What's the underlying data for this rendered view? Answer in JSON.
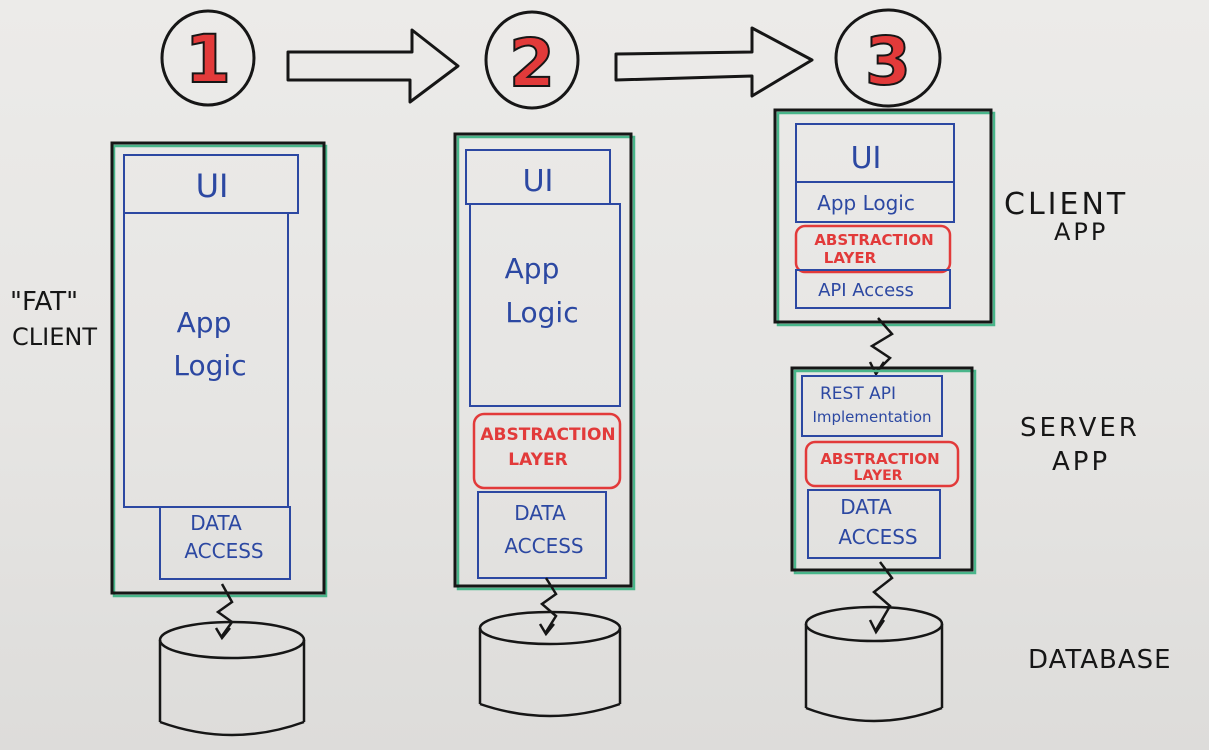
{
  "title": "",
  "steps": [
    {
      "number": "1"
    },
    {
      "number": "2"
    },
    {
      "number": "3"
    }
  ],
  "diagram1": {
    "side_label_line1": "\"FAT\"",
    "side_label_line2": "CLIENT",
    "ui": "UI",
    "logic_line1": "App",
    "logic_line2": "Logic",
    "data_line1": "DATA",
    "data_line2": "ACCESS"
  },
  "diagram2": {
    "ui": "UI",
    "logic_line1": "App",
    "logic_line2": "Logic",
    "abs_line1": "ABSTRACTION",
    "abs_line2": "LAYER",
    "data_line1": "DATA",
    "data_line2": "ACCESS"
  },
  "diagram3": {
    "client": {
      "ui": "UI",
      "logic": "App Logic",
      "abs_line1": "ABSTRACTION",
      "abs_line2": "LAYER",
      "api": "API Access"
    },
    "server": {
      "rest_line1": "REST API",
      "rest_line2": "Implementation",
      "abs_line1": "ABSTRACTION",
      "abs_line2": "LAYER",
      "data_line1": "DATA",
      "data_line2": "ACCESS"
    }
  },
  "right_labels": {
    "client_line1": "CLIENT",
    "client_line2": "APP",
    "server_line1": "SERVER",
    "server_line2": "APP",
    "database": "DATABASE"
  },
  "colors": {
    "ink_black": "#161616",
    "ink_blue": "#2c48a2",
    "ink_red": "#e23a3a",
    "marker_green": "#49b58a",
    "board": "#e9e8e6"
  }
}
